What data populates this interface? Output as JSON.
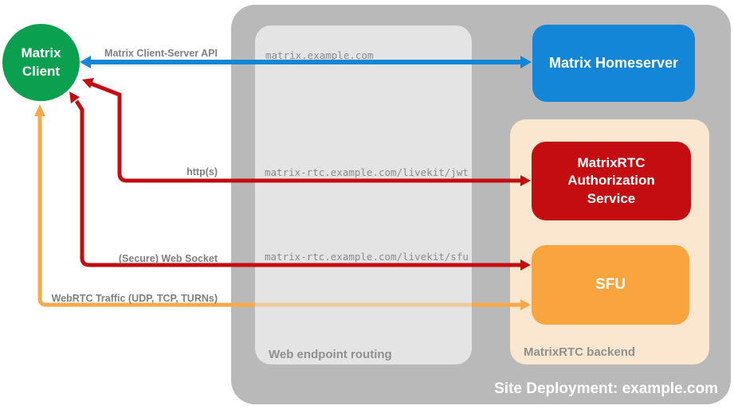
{
  "colors": {
    "green": "#0aa04f",
    "blue": "#1486d8",
    "red": "#c40d10",
    "orange": "#f9a43f",
    "orange-arrow": "#f9a94a",
    "peach": "#fbe7cf",
    "container-gray": "#b9b9b9",
    "panel-gray": "#e4e4e4",
    "label-gray": "#7f7f7f",
    "mono-gray": "#8c8c8c",
    "caption-gray": "#8f8f8f"
  },
  "containers": {
    "site": {
      "label": "Site Deployment: example.com"
    },
    "routing": {
      "label": "Web endpoint routing"
    },
    "backend": {
      "label": "MatrixRTC backend"
    }
  },
  "nodes": {
    "client": {
      "label": "Matrix\nClient",
      "color": "#0aa04f"
    },
    "homeserver": {
      "label": "Matrix Homeserver",
      "color": "#1486d8"
    },
    "auth_service": {
      "label": "MatrixRTC\nAuthorization\nService",
      "color": "#c40d10"
    },
    "sfu": {
      "label": "SFU",
      "color": "#f9a43f"
    }
  },
  "routes": {
    "homeserver": "matrix.example.com",
    "jwt": "matrix-rtc.example.com/livekit/jwt",
    "sfu": "matrix-rtc.example.com/livekit/sfu"
  },
  "connections": {
    "client_server_api": {
      "label": "Matrix Client-Server API",
      "color": "#1486d8",
      "from": "Matrix Client",
      "to": "Matrix Homeserver",
      "bidirectional": true
    },
    "https": {
      "label": "http(s)",
      "color": "#c40d10",
      "from": "Matrix Client",
      "to": "MatrixRTC Authorization Service",
      "bidirectional": true
    },
    "websocket": {
      "label": "(Secure) Web Socket",
      "color": "#c40d10",
      "from": "Matrix Client",
      "to": "SFU",
      "bidirectional": true
    },
    "webrtc": {
      "label": "WebRTC Traffic (UDP, TCP, TURNs)",
      "color": "#f9a94a",
      "from": "Matrix Client",
      "to": "SFU",
      "bidirectional": true
    }
  }
}
